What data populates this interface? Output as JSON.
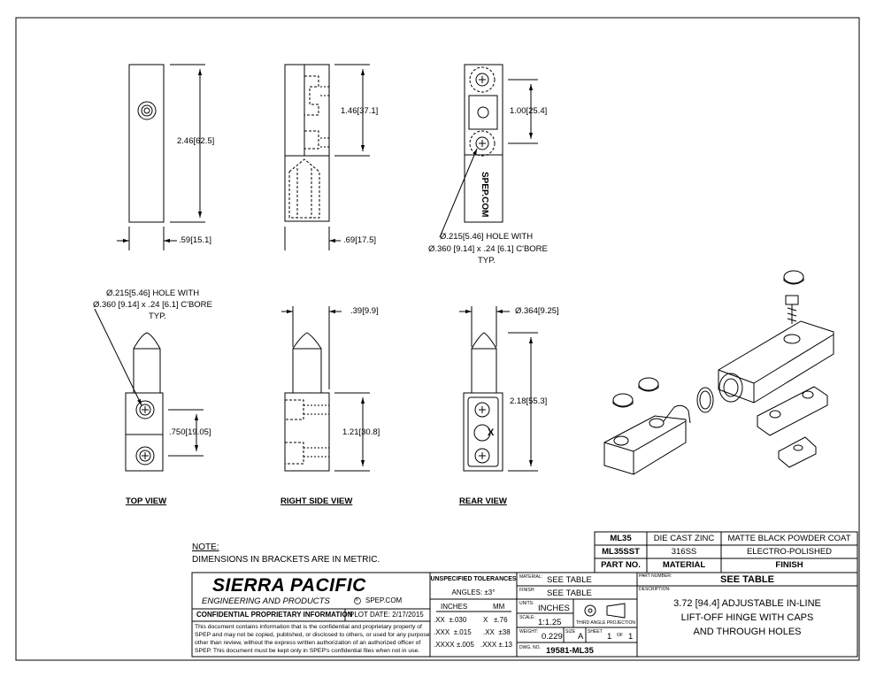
{
  "views": {
    "top_label": "TOP VIEW",
    "right_label": "RIGHT SIDE VIEW",
    "rear_label": "REAR VIEW",
    "brand_mark": "SPEP.COM",
    "rear_mark": "X"
  },
  "dims": {
    "d246": "2.46",
    "d246m": "62.5",
    "d59": ".59",
    "d59m": "15.1",
    "d146": "1.46",
    "d146m": "37.1",
    "d69": ".69",
    "d69m": "17.5",
    "d100": "1.00",
    "d100m": "25.4",
    "hole_a": "Ø.215",
    "hole_am": "5.46",
    "hole_tail": "HOLE WITH",
    "cbore": "Ø.360 [9.14] x .24 [6.1] C'BORE",
    "typ": "TYP.",
    "hole_b": "Ø.215",
    "hole_bm": "5.46",
    "hole_b_tail": "HOLE WITH",
    "cbore_b": "Ø.360 [9.14] x .24 [6.1] C'BORE",
    "typ_b": "TYP.",
    "d39": ".39",
    "d39m": "9.9",
    "d364": "Ø.364",
    "d364m": "9.25",
    "d750": ".750",
    "d750m": "19.05",
    "d121": "1.21",
    "d121m": "30.8",
    "d218": "2.18",
    "d218m": "55.3"
  },
  "note": {
    "title": "NOTE:",
    "text": "DIMENSIONS IN BRACKETS ARE IN METRIC."
  },
  "bom": {
    "rows": [
      {
        "part": "ML35",
        "material": "DIE CAST ZINC",
        "finish": "MATTE BLACK POWDER COAT"
      },
      {
        "part": "ML35SST",
        "material": "316SS",
        "finish": "ELECTRO-POLISHED"
      }
    ],
    "header": {
      "part": "PART NO.",
      "material": "MATERIAL",
      "finish": "FINISH"
    }
  },
  "title_block": {
    "company": "SIERRA PACIFIC",
    "company_sub": "ENGINEERING AND PRODUCTS",
    "reg": "®",
    "website": "SPEP.COM",
    "confidential": "CONFIDENTIAL PROPRIETARY INFORMATION",
    "plot_date": "PLOT DATE: 2/17/2015",
    "conf_text": "This document contains information that is the confidential and proprietary property of SPEP and may not be copied, published, or disclosed to others, or used for any purpose other than review, without the express written authorization of an authorized officer of SPEP. This document must be kept only in SPEP's confidential files when not in use.",
    "tol_title": "UNSPECIFIED TOLERANCES",
    "angles": "ANGLES: ±3°",
    "inches": "INCHES",
    "mm": "MM",
    "tol_rows": [
      {
        "in_fmt": ".XX",
        "in_val": "±.030",
        "mm_fmt": "X",
        "mm_val": "±.76"
      },
      {
        "in_fmt": ".XXX",
        "in_val": "±.015",
        "mm_fmt": ".XX",
        "mm_val": "±38"
      },
      {
        "in_fmt": ".XXXX",
        "in_val": "±.005",
        "mm_fmt": ".XXX",
        "mm_val": "±.13"
      }
    ],
    "material_label": "MATERIAL:",
    "material_val": "SEE TABLE",
    "finish_label": "FINISH:",
    "finish_val": "SEE TABLE",
    "units_label": "UNITS:",
    "units_val": "INCHES",
    "scale_label": "SCALE:",
    "scale_val": "1:1.25",
    "projection": "THIRD ANGLE PROJECTION",
    "weight_label": "WEIGHT:",
    "weight_val": "0.229",
    "size_label": "SIZE",
    "size_val": "A",
    "sheet_label": "SHEET",
    "sheet_num": "1",
    "of_label": "OF",
    "sheet_total": "1",
    "dwg_label": "DWG. NO.",
    "dwg_val": "19581-ML35",
    "partnum_label": "PART NUMBER:",
    "partnum_val": "SEE TABLE",
    "desc_label": "DESCRIPTION:",
    "desc_line1": "3.72 [94.4] ADJUSTABLE IN-LINE",
    "desc_line2": "LIFT-OFF HINGE WITH CAPS",
    "desc_line3": "AND THROUGH HOLES"
  }
}
